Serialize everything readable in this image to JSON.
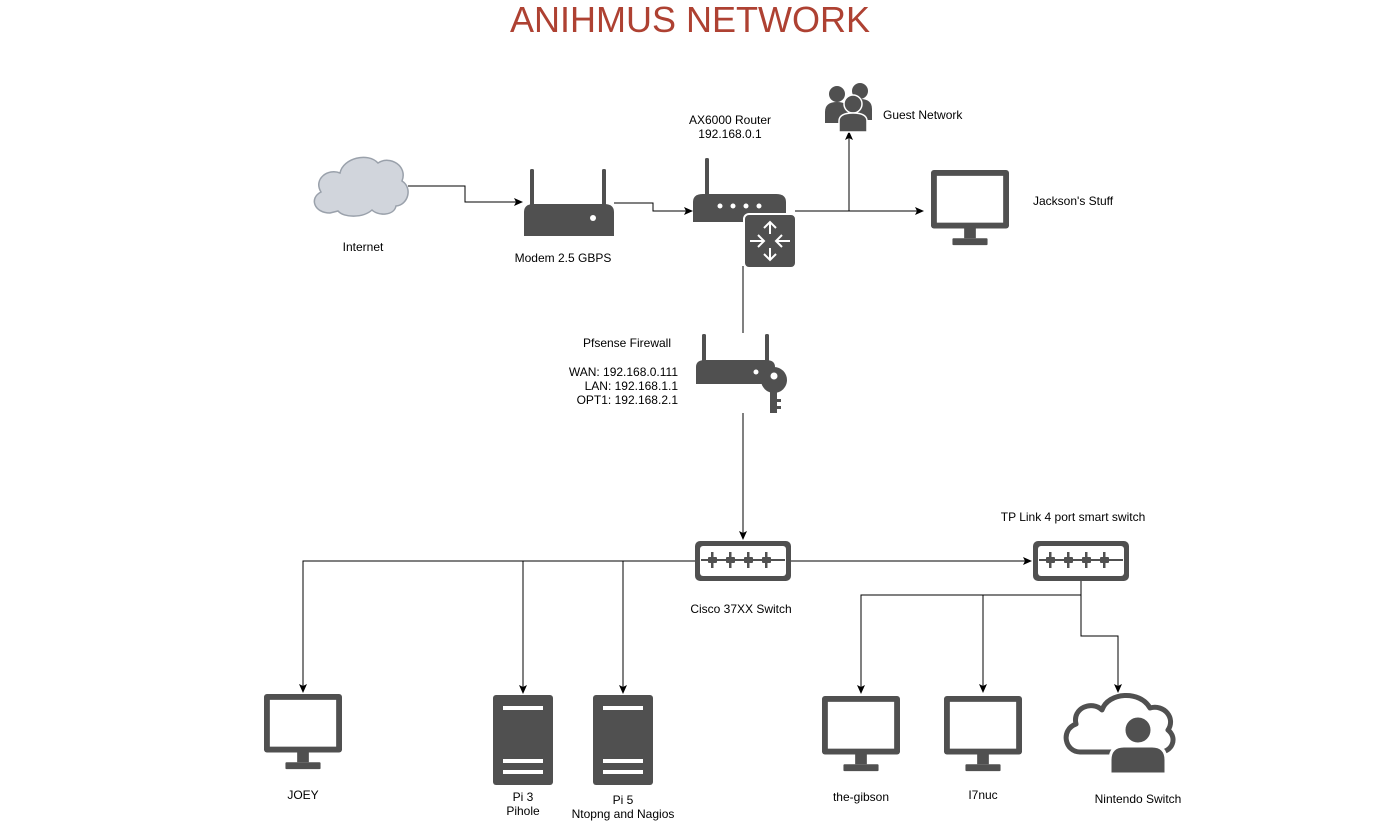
{
  "title": "ANIHMUS NETWORK",
  "colors": {
    "title": "#ae4132",
    "icon": "#505050",
    "cloud_fill": "#d1d5dc",
    "cloud_stroke": "#9aa1ab",
    "line": "#000000"
  },
  "nodes": {
    "internet": {
      "label": "Internet",
      "icon": "cloud-icon"
    },
    "modem": {
      "label": "Modem 2.5 GBPS",
      "icon": "wireless-router-icon"
    },
    "router": {
      "name": "AX6000 Router",
      "ip": "192.168.0.1",
      "icon": "router-with-switch-icon"
    },
    "guest": {
      "label": "Guest Network",
      "icon": "users-group-icon"
    },
    "jackson": {
      "label": "Jackson's Stuff",
      "icon": "monitor-icon"
    },
    "firewall": {
      "name": "Pfsense Firewall",
      "wan": "WAN: 192.168.0.111",
      "lan": "LAN: 192.168.1.1",
      "opt1": "OPT1: 192.168.2.1",
      "icon": "router-key-icon"
    },
    "cisco": {
      "label": "Cisco 37XX Switch",
      "icon": "switch-icon"
    },
    "tplink": {
      "label": "TP Link 4 port smart switch",
      "icon": "switch-icon"
    },
    "joey": {
      "label": "JOEY",
      "icon": "monitor-icon"
    },
    "pi3": {
      "line1": "Pi 3",
      "line2": "Pihole",
      "icon": "server-icon"
    },
    "pi5": {
      "line1": "Pi 5",
      "line2": "Ntopng and Nagios",
      "icon": "server-icon"
    },
    "gibson": {
      "label": "the-gibson",
      "icon": "monitor-icon"
    },
    "i7nuc": {
      "label": "I7nuc",
      "icon": "monitor-icon"
    },
    "nintendo": {
      "label": "Nintendo Switch",
      "icon": "cloud-user-icon"
    }
  }
}
